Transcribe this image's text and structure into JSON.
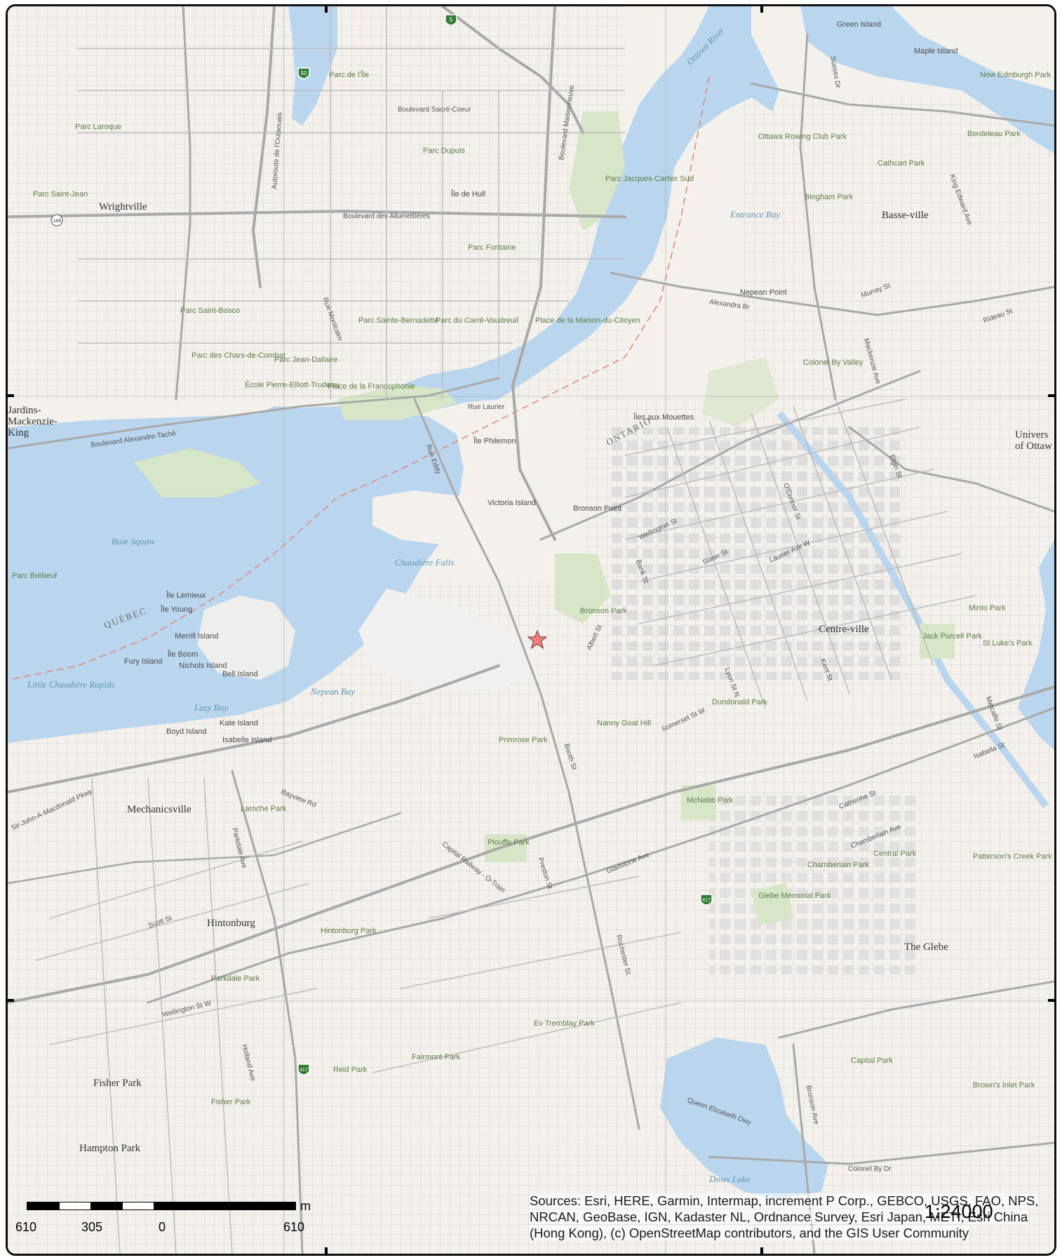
{
  "map": {
    "scale": {
      "unit": "m",
      "labels": [
        "610",
        "305",
        "0",
        "610"
      ]
    },
    "ratio": "1:24000",
    "sources": "Sources: Esri, HERE, Garmin, Intermap, increment P Corp., GEBCO, USGS, FAO, NPS, NRCAN, GeoBase, IGN, Kadaster NL, Ordnance Survey, Esri Japan, METI, Esri China (Hong Kong), (c) OpenStreetMap contributors, and the GIS User Community",
    "marker": {
      "symbol": "star",
      "color": "#f08080"
    },
    "colors": {
      "water": "#b9d6ee",
      "land": "#f4f1ec",
      "park": "#d7e6c6",
      "road": "#a9a9a9",
      "building": "#d2d2d2",
      "boundary": "#e08a7e"
    },
    "shields": [
      "5",
      "50",
      "148",
      "417",
      "417"
    ],
    "places": [
      "Wrightville",
      "Mechanicsville",
      "Hintonburg",
      "Fisher Park",
      "Hampton Park",
      "Centre-ville",
      "The Glebe",
      "Basse-ville",
      "Jardins-Mackenzie-King",
      "Univers of Ottaw"
    ],
    "water": [
      "Ottawa River",
      "Entrance Bay",
      "Baie Squaw",
      "Chaudière Falls",
      "Little Chaudière Rapids",
      "Nepean Bay",
      "Lazy Bay",
      "Dows Lake"
    ],
    "provinces": [
      "ONTARIO",
      "QUÉBEC"
    ],
    "parks": [
      "Parc de l'Île",
      "Parc Dupuis",
      "Parc Laroque",
      "Parc Saint-Jean",
      "Parc Fontaine",
      "Parc Jacques-Cartier Sud",
      "Parc Saint-Bosco",
      "Parc des Chars-de-Combat",
      "Parc Jean-Dallaire",
      "Parc Sainte-Bernadette",
      "Parc du Carré-Vaudreuil",
      "Place de la Maison-du-Citoyen",
      "Place de la Francophonie",
      "École Pierre-Elliott-Trudeau",
      "Parc Brébeuf",
      "Bronson Park",
      "Primrose Park",
      "Nanny Goat Hill",
      "McNabb Park",
      "Plouffe Park",
      "Laroche Park",
      "Hintonburg Park",
      "Parkdale Park",
      "Reid Park",
      "Fairmont Park",
      "Ev Tremblay Park",
      "Fisher Park",
      "Central Park",
      "Patterson's Creek Park",
      "Glebe Memorial Park",
      "Capital Park",
      "Brown's Inlet Park",
      "Minto Park",
      "Jack Purcell Park",
      "St Luke's Park",
      "Cathcart Park",
      "Bingham Park",
      "Bordeleau Park",
      "New Edinburgh Park",
      "Ottawa Rowing Club Park",
      "Dundonald Park",
      "Chamberlain Park",
      "Colonel By Valley"
    ],
    "islands": [
      "Île de Hull",
      "Île Philemon",
      "Îles aux Mouettes",
      "Victoria Island",
      "Bronson Point",
      "Île Lemieux",
      "Île Young",
      "Merrill Island",
      "Île Boom",
      "Nichols Island",
      "Fury Island",
      "Bell Island",
      "Boyd Island",
      "Kate Island",
      "Isabelle Island",
      "Green Island",
      "Maple Island",
      "Nepean Point"
    ],
    "roads": [
      "Boulevard des Allumettieres",
      "Boulevard Sacré-Coeur",
      "Boulevard Maisonneuve",
      "Rue Laurier",
      "Rue Eddy",
      "Boulevard Alexandre-Taché",
      "Autoroute de l'Outaouais",
      "Rue Montcalm",
      "Wellington St",
      "Slater St",
      "Laurier Ave W",
      "Somerset St W",
      "Gladstone Ave",
      "Catherine St",
      "Queen Elizabeth Dwy",
      "Colonel By Dr",
      "Bronson Ave",
      "Booth St",
      "Preston St",
      "Rochester St",
      "Parkdale Ave",
      "Holland Ave",
      "Scott St",
      "Elgin St",
      "Metcalfe St",
      "O'Connor St",
      "Kent St",
      "Lyon St N",
      "Bank St",
      "Sussex Dr",
      "Mackenzie Ave",
      "King Edward Ave",
      "Rideau St",
      "Murray St",
      "Alexandra Br",
      "Chamberlain Ave",
      "Isabella St",
      "Albert St",
      "Sir-John-A-Macdonald Pkwy",
      "Capital Railway - O-Train",
      "Wellington St W",
      "Bayview Rd"
    ]
  }
}
